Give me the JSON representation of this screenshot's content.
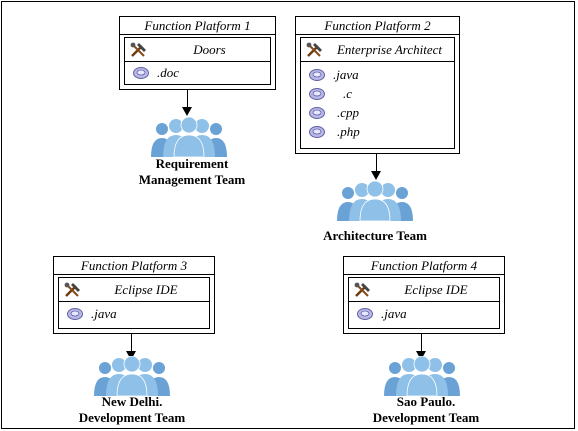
{
  "platforms": [
    {
      "title": "Function Platform 1",
      "tool": "Doors",
      "files": [
        ".doc"
      ]
    },
    {
      "title": "Function Platform 2",
      "tool": "Enterprise Architect",
      "files": [
        ".java",
        ".c",
        ".cpp",
        ".php"
      ]
    },
    {
      "title": "Function Platform 3",
      "tool": "Eclipse IDE",
      "files": [
        ".java"
      ]
    },
    {
      "title": "Function Platform 4",
      "tool": "Eclipse IDE",
      "files": [
        ".java"
      ]
    }
  ],
  "teams": [
    {
      "line1": "Requirement",
      "line2": "Management Team"
    },
    {
      "line1": "Architecture Team",
      "line2": ""
    },
    {
      "line1": "New Delhi.",
      "line2": "Development Team"
    },
    {
      "line1": "Sao Paulo.",
      "line2": "Development Team"
    }
  ],
  "icons": {
    "tool": "hammer-wrench-icon",
    "file": "disk-file-icon",
    "team": "people-group-icon"
  },
  "colors": {
    "team_fill": "#8fc0e8",
    "team_shade": "#6aa2d6",
    "border": "#000000"
  }
}
